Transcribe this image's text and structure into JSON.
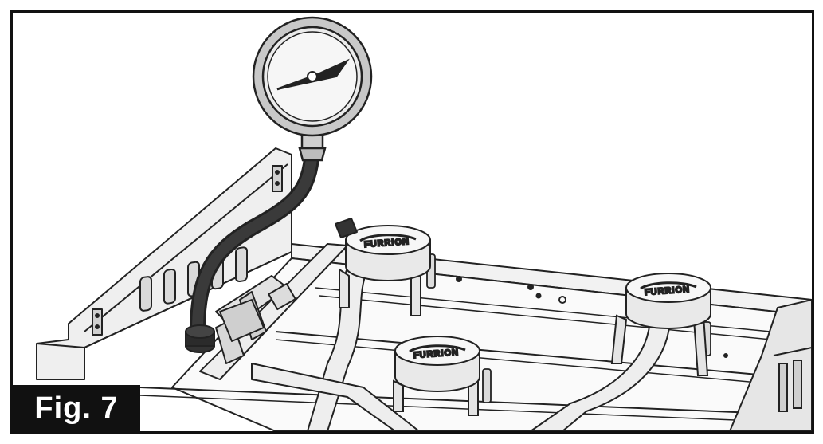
{
  "figure": {
    "label": "Fig. 7",
    "brand_text": "FURRION",
    "colors": {
      "frame": "#111111",
      "label_bg": "#111111",
      "label_text": "#ffffff",
      "line_art": "#222222",
      "metal_light": "#eeeeee",
      "metal_mid": "#d6d6d6",
      "hose": "#2b2b2b"
    },
    "parts": [
      "pressure-gauge",
      "rubber-hose",
      "gas-valve-fitting",
      "burner-cap",
      "burner-tube",
      "cooktop-tray",
      "side-panel",
      "igniter-electrode"
    ]
  }
}
